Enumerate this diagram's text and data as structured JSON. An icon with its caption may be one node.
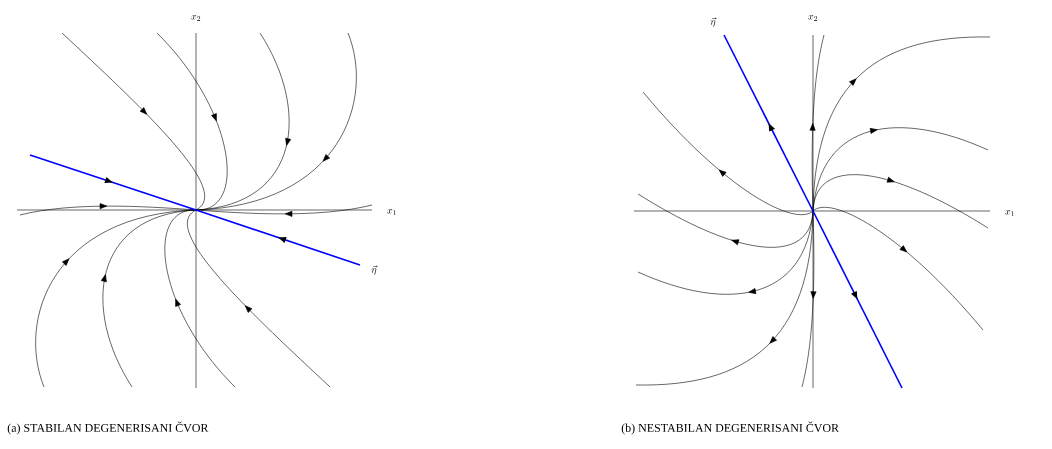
{
  "diagram": {
    "labels": [
      "x_2",
      "x_1",
      "\\vec{\\eta}",
      "\\vec{\\eta}",
      "x_2",
      "x_1",
      "(a) STABILAN DEGENERISANI ČVOR",
      "(b) NESTABILAN DEGENERISANI ČVOR"
    ]
  }
}
